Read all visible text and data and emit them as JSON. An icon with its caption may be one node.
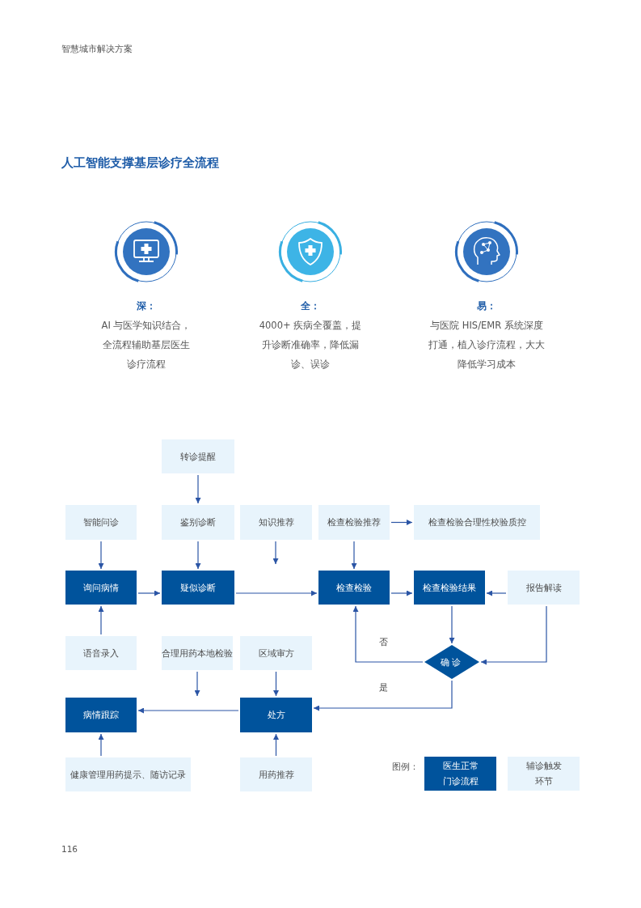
{
  "diagram": {
    "title": "人工智能支撑基层诊疗全流程",
    "nodes": [
      {
        "text": [
          "转诊提醒"
        ]
      },
      {
        "text": [
          "智能问诊"
        ]
      },
      {
        "text": [
          "鉴别诊断"
        ]
      },
      {
        "text": [
          "知识推荐"
        ]
      },
      {
        "text": [
          "检查检验推荐"
        ]
      },
      {
        "text": [
          "检查检验合理性校验质控"
        ]
      },
      {
        "text": [
          "询问病情"
        ]
      },
      {
        "text": [
          "疑似诊断"
        ]
      },
      {
        "text": [
          "检查检验"
        ]
      },
      {
        "text": [
          "检查检验结果"
        ]
      },
      {
        "text": [
          "报告解读"
        ]
      },
      {
        "text": [
          "语音录入"
        ]
      },
      {
        "text": [
          "合理用药本地检验"
        ]
      },
      {
        "text": [
          "区域审方"
        ]
      },
      {
        "text": [
          "确诊"
        ]
      },
      {
        "text": [
          "病情跟踪"
        ]
      },
      {
        "text": [
          "处方"
        ]
      },
      {
        "text": [
          "健康管理用药提示、随访记录"
        ]
      },
      {
        "text": [
          "用药推荐"
        ]
      }
    ],
    "edges": [
      {
        "from": 0,
        "to": 2,
        "arrow": "to"
      },
      {
        "from": 1,
        "to": 6,
        "arrow": "to"
      },
      {
        "from": 2,
        "to": 7,
        "arrow": "to"
      },
      {
        "from": 3,
        "to": null,
        "arrow": "to"
      },
      {
        "from": 4,
        "to": 8,
        "arrow": "to"
      },
      {
        "from": 4,
        "to": 5,
        "arrow": "to"
      },
      {
        "from": 6,
        "to": 7,
        "arrow": "to"
      },
      {
        "from": 7,
        "to": 8,
        "arrow": "to"
      },
      {
        "from": 8,
        "to": 9,
        "arrow": "to"
      },
      {
        "from": 10,
        "to": 9,
        "arrow": "to"
      },
      {
        "from": 11,
        "to": 6,
        "arrow": "to"
      },
      {
        "from": 9,
        "to": 14,
        "arrow": "to"
      },
      {
        "from": 10,
        "to": 14,
        "arrow": "to"
      },
      {
        "from": 14,
        "to": 8,
        "arrow": "to",
        "label": "否"
      },
      {
        "from": 14,
        "to": 16,
        "arrow": "to",
        "label": "是"
      },
      {
        "from": 12,
        "to": null,
        "arrow": "to"
      },
      {
        "from": 13,
        "to": 16,
        "arrow": "to"
      },
      {
        "from": 16,
        "to": 15,
        "arrow": "to"
      },
      {
        "from": 17,
        "to": 15,
        "arrow": "to"
      },
      {
        "from": 18,
        "to": 16,
        "arrow": "to"
      }
    ],
    "labels": [
      "智慧城市解决方案",
      "深：",
      "AI 与医学知识结合，全流程辅助基层医生诊疗流程",
      "全：",
      "4000+ 疾病全覆盖，提升诊断准确率，降低漏诊、误诊",
      "易：",
      "与医院 HIS/EMR 系统深度打通，植入诊疗流程，大大降低学习成本",
      "图例：",
      "116"
    ],
    "legend": [
      {
        "text": "医生正常门诊流程",
        "color": "#00539c"
      },
      {
        "text": "辅诊触发环节",
        "color": "#e8f4fc"
      }
    ]
  }
}
